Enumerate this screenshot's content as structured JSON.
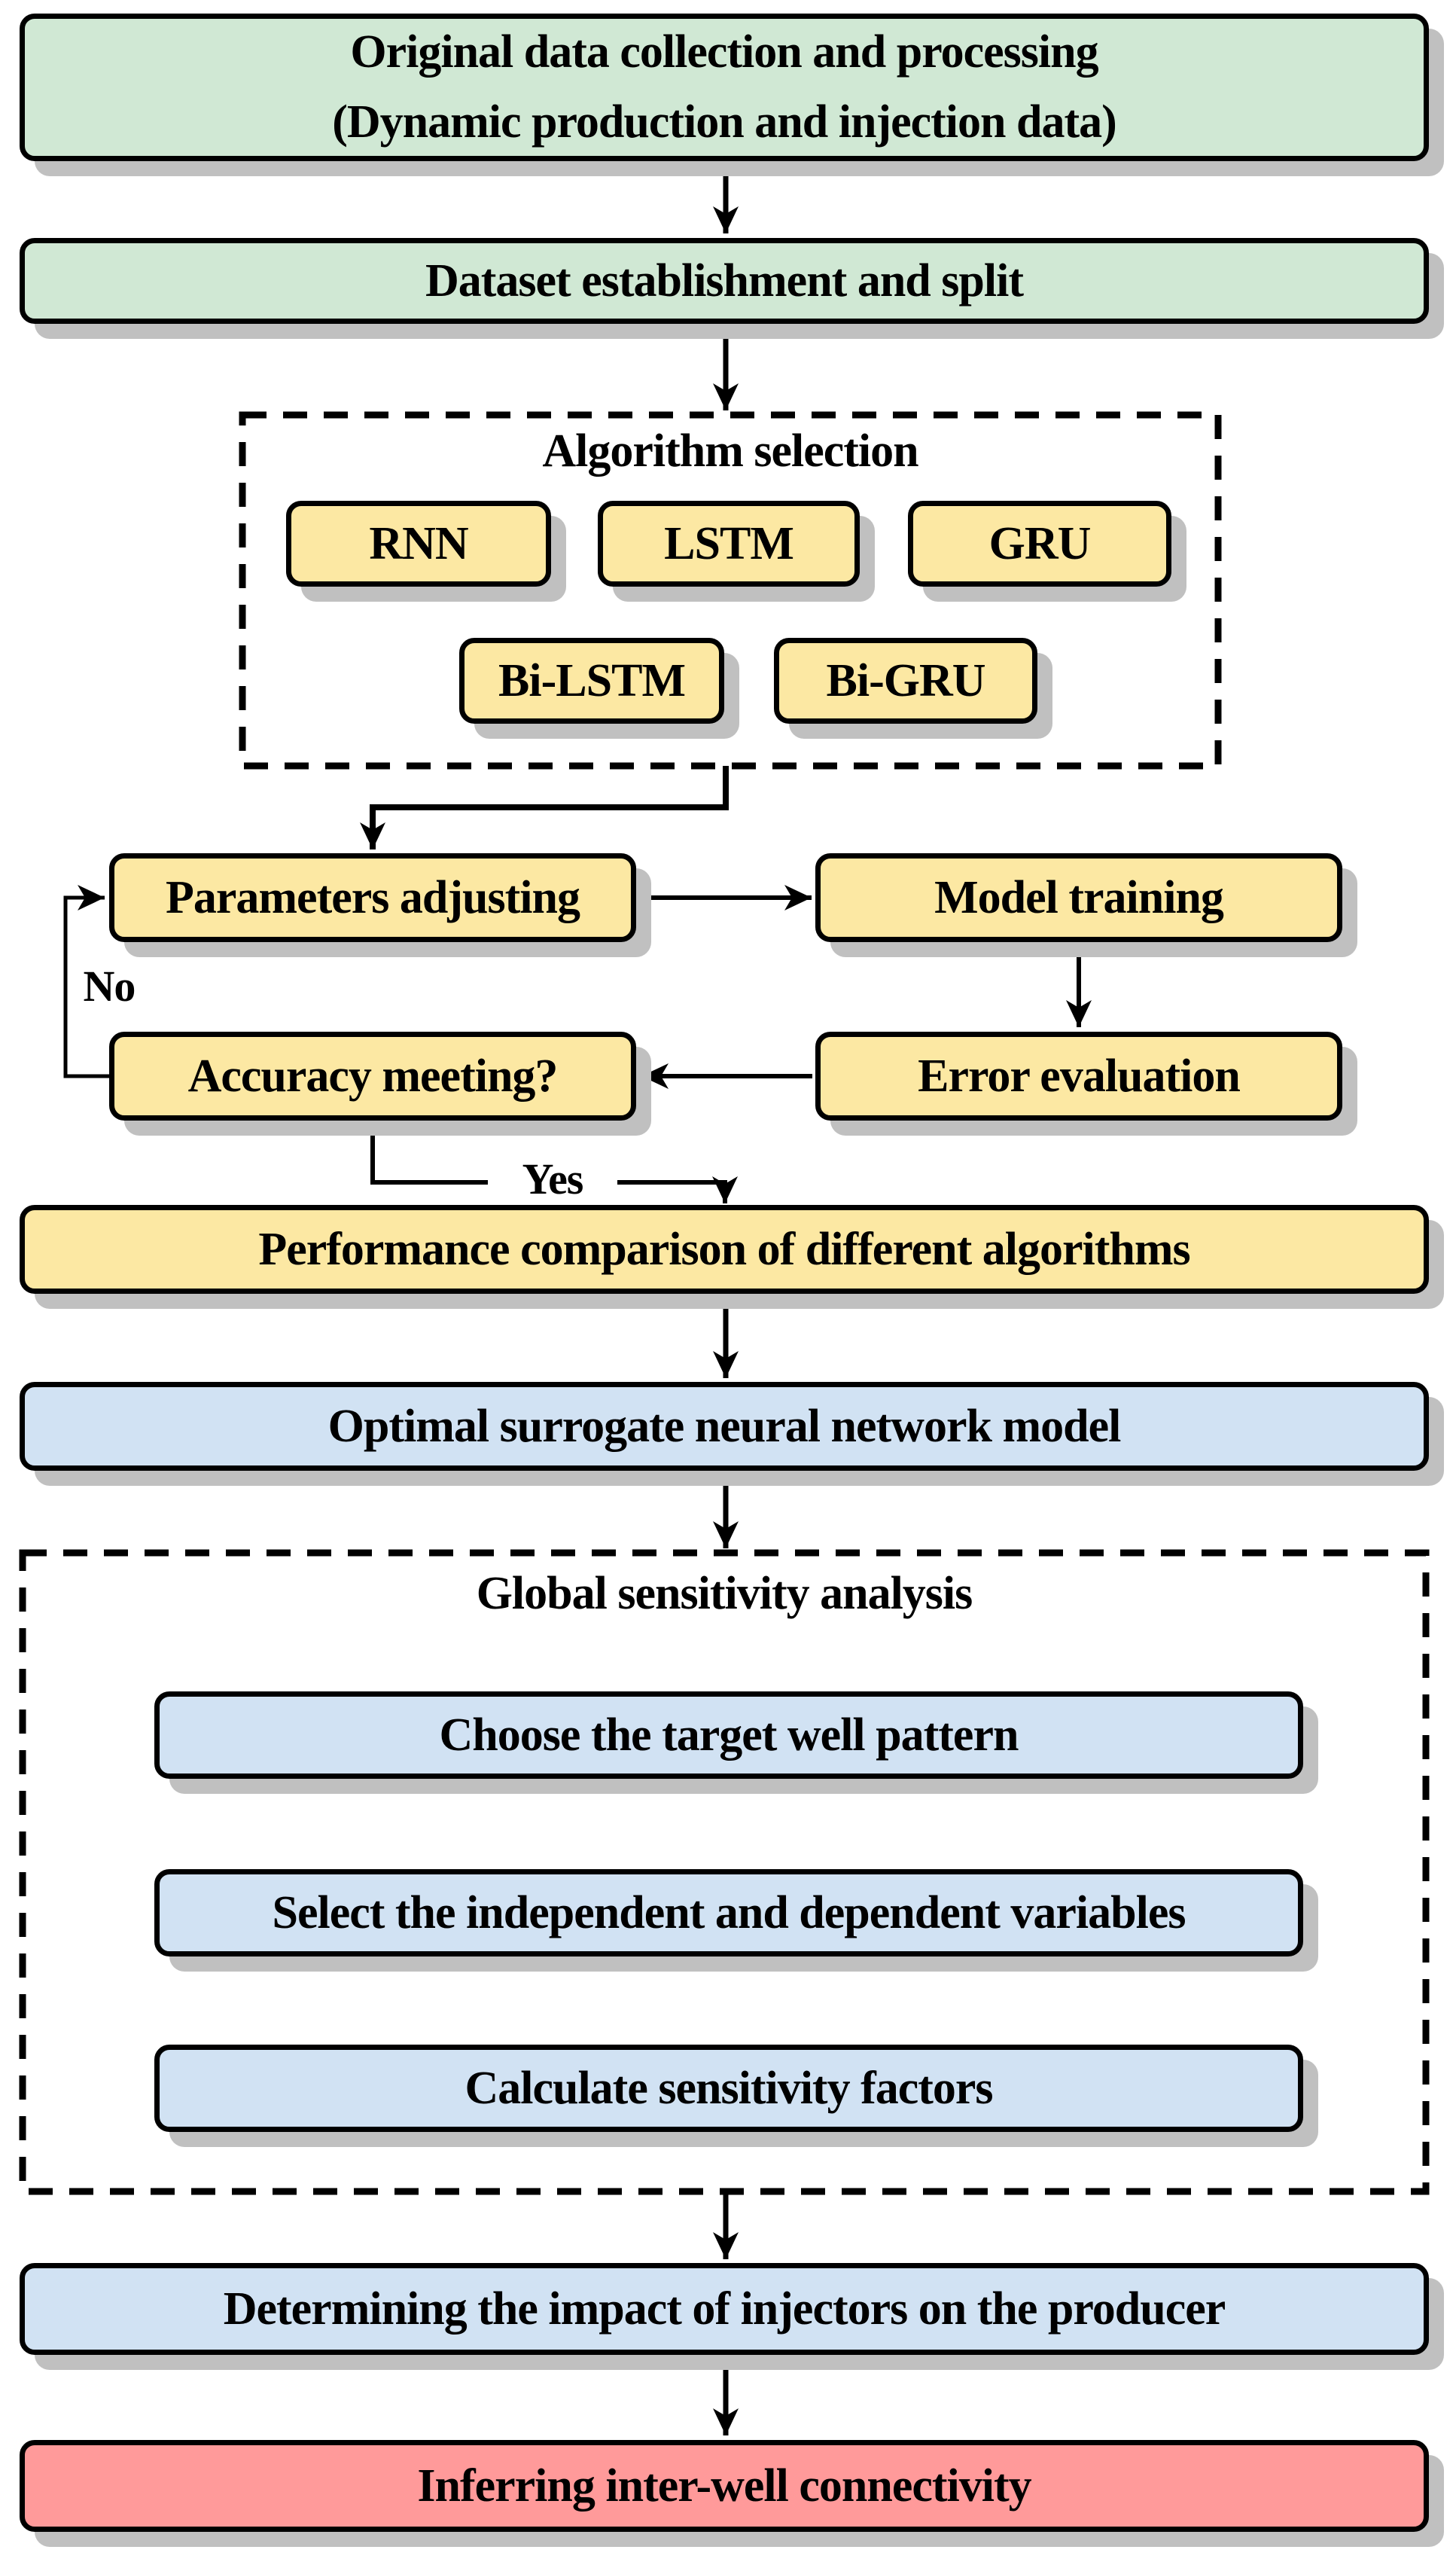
{
  "colors": {
    "green": "#d0e8d4",
    "yellow": "#fce8a3",
    "blue": "#d1e2f3",
    "red": "#ff9a9a",
    "shadow": "#c0c0c0",
    "line": "#000000"
  },
  "boxes": {
    "original_data_line1": "Original data collection and processing",
    "original_data_line2": "(Dynamic production and injection data)",
    "dataset_split": "Dataset establishment and split",
    "algorithm_selection_title": "Algorithm selection",
    "rnn": "RNN",
    "lstm": "LSTM",
    "gru": "GRU",
    "bi_lstm": "Bi-LSTM",
    "bi_gru": "Bi-GRU",
    "parameters_adjusting": "Parameters adjusting",
    "model_training": "Model training",
    "accuracy_meeting": "Accuracy meeting?",
    "error_evaluation": "Error evaluation",
    "performance_comparison": "Performance comparison of different algorithms",
    "optimal_model": "Optimal surrogate neural network model",
    "gsa_title": "Global sensitivity analysis",
    "choose_pattern": "Choose the target well pattern",
    "select_variables": "Select the independent and dependent variables",
    "calculate_factors": "Calculate sensitivity factors",
    "determining_impact": "Determining the impact of injectors on the producer",
    "inferring_connectivity": "Inferring inter-well connectivity"
  },
  "edge_labels": {
    "no": "No",
    "yes": "Yes"
  }
}
